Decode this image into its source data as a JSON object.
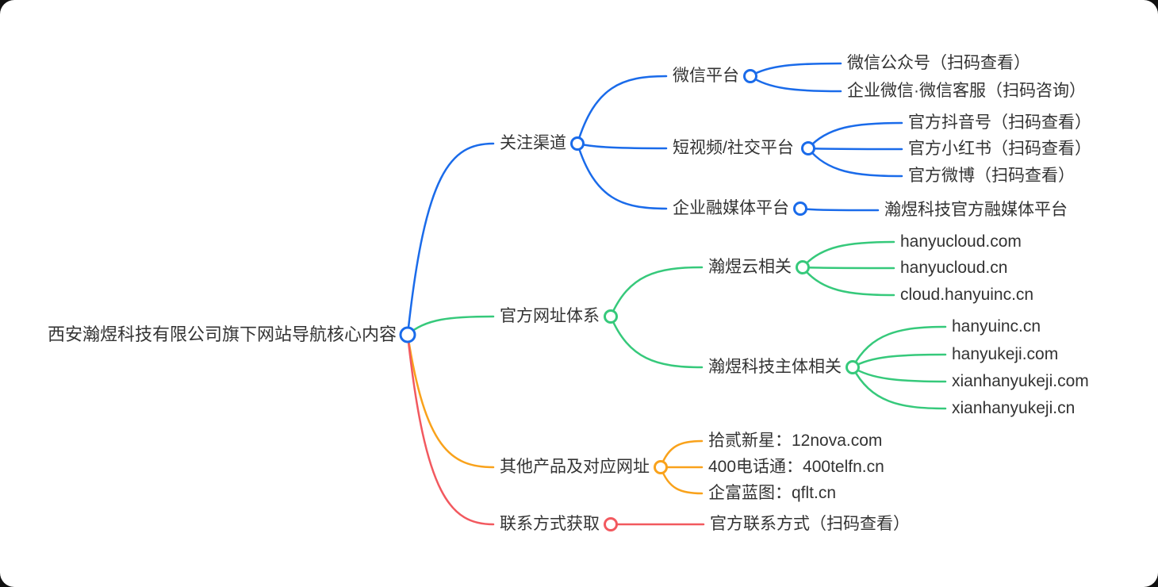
{
  "mindmap": {
    "title": "西安瀚煜科技有限公司旗下网站导航核心内容",
    "text_color": "#333333",
    "background": "#ffffff",
    "root": {
      "label": "西安瀚煜科技有限公司旗下网站导航核心内容"
    },
    "branches": [
      {
        "label": "关注渠道",
        "color": "#1a6bea",
        "children": [
          {
            "label": "微信平台",
            "children": [
              {
                "label": "微信公众号（扫码查看）"
              },
              {
                "label": "企业微信·微信客服（扫码咨询）"
              }
            ]
          },
          {
            "label": "短视频/社交平台",
            "children": [
              {
                "label": "官方抖音号（扫码查看）"
              },
              {
                "label": "官方小红书（扫码查看）"
              },
              {
                "label": "官方微博（扫码查看）"
              }
            ]
          },
          {
            "label": "企业融媒体平台",
            "children": [
              {
                "label": "瀚煜科技官方融媒体平台"
              }
            ]
          }
        ]
      },
      {
        "label": "官方网址体系",
        "color": "#36c97b",
        "children": [
          {
            "label": "瀚煜云相关",
            "children": [
              {
                "label": "hanyucloud.com"
              },
              {
                "label": "hanyucloud.cn"
              },
              {
                "label": "cloud.hanyuinc.cn"
              }
            ]
          },
          {
            "label": "瀚煜科技主体相关",
            "children": [
              {
                "label": "hanyuinc.cn"
              },
              {
                "label": "hanyukeji.com"
              },
              {
                "label": "xianhanyukeji.com"
              },
              {
                "label": "xianhanyukeji.cn"
              }
            ]
          }
        ]
      },
      {
        "label": "其他产品及对应网址",
        "color": "#f9a21b",
        "children": [
          {
            "label": "拾贰新星：12nova.com"
          },
          {
            "label": "400电话通：400telfn.cn"
          },
          {
            "label": "企富蓝图：qflt.cn"
          }
        ]
      },
      {
        "label": "联系方式获取",
        "color": "#f2595f",
        "children": [
          {
            "label": "官方联系方式（扫码查看）"
          }
        ]
      }
    ]
  }
}
